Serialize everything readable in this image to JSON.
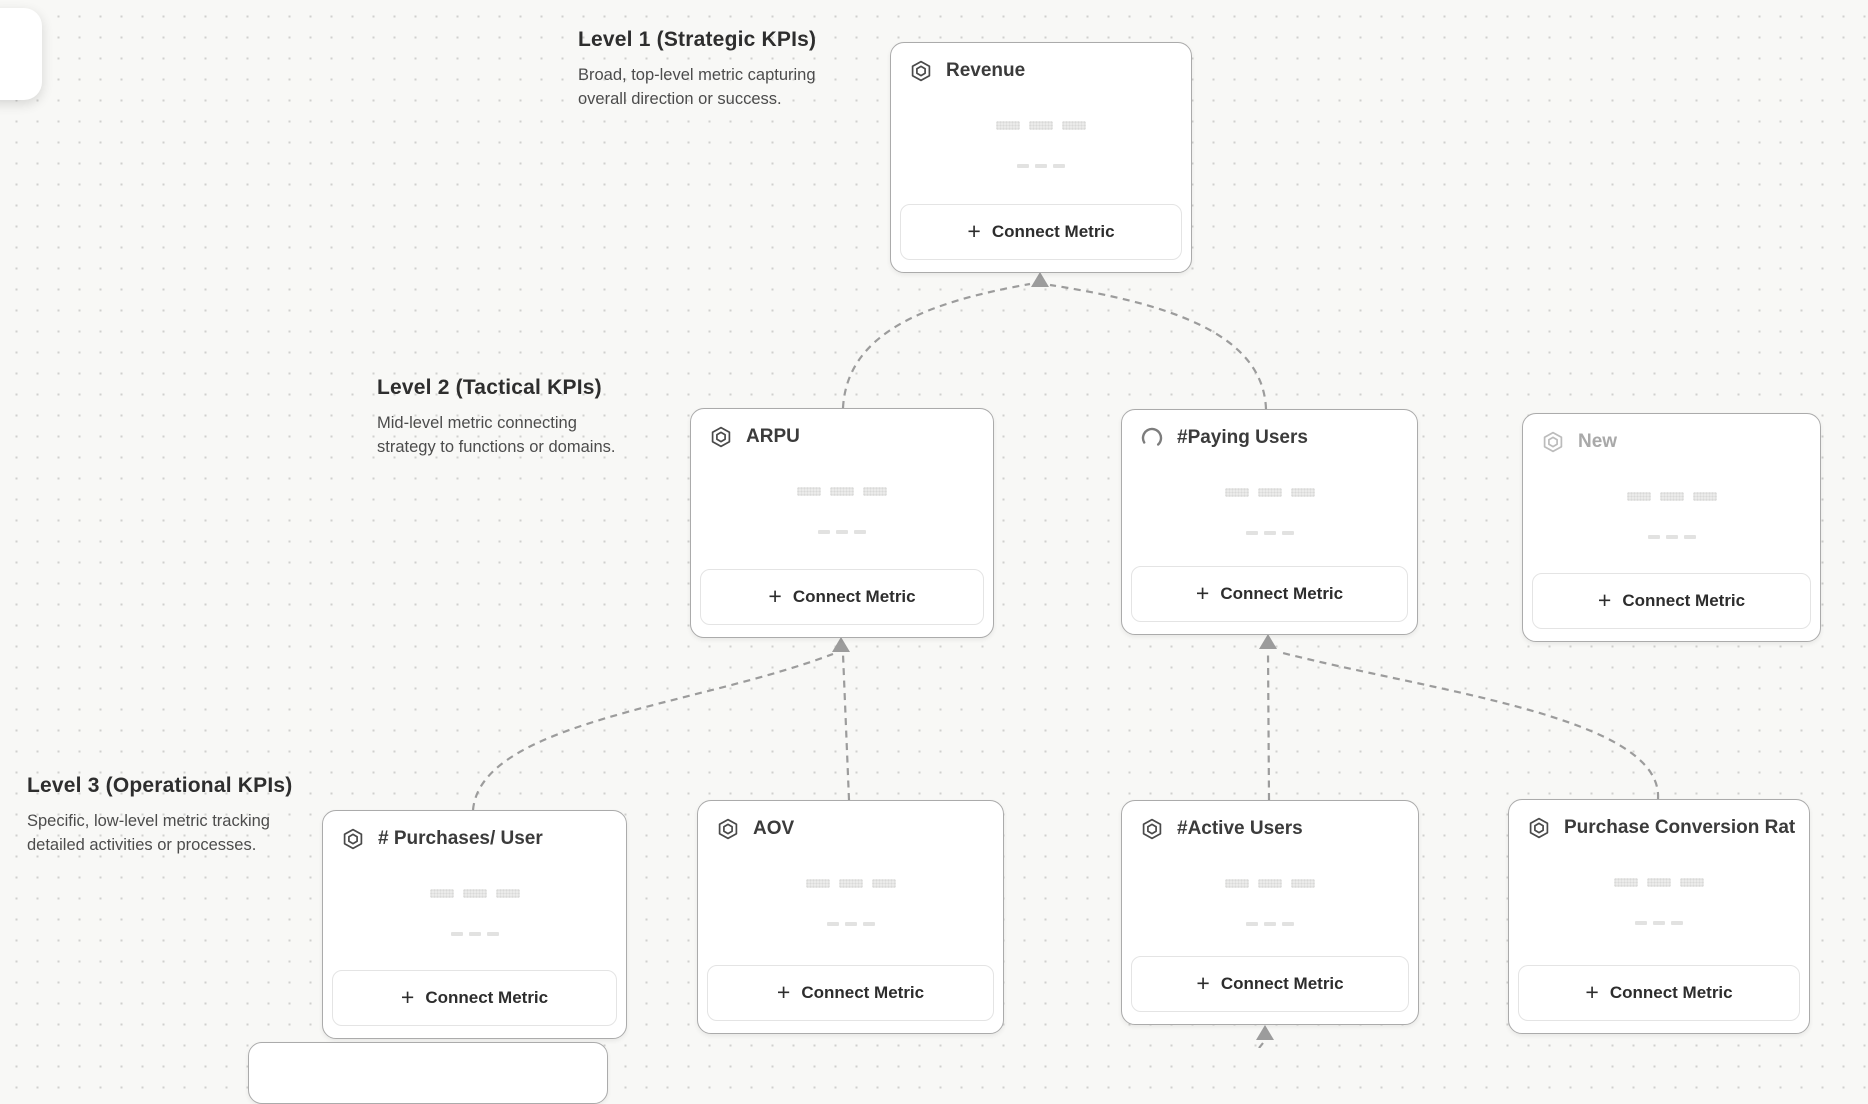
{
  "levels": [
    {
      "title": "Level 1 (Strategic KPIs)",
      "desc_lines": [
        "Broad, top-level metric capturing",
        "overall direction or success."
      ]
    },
    {
      "title": "Level 2 (Tactical KPIs)",
      "desc_lines": [
        "Mid-level metric connecting",
        "strategy to functions or domains."
      ]
    },
    {
      "title": "Level 3 (Operational KPIs)",
      "desc_lines": [
        "Specific, low-level metric tracking",
        "detailed activities or processes."
      ]
    }
  ],
  "cards": [
    {
      "title": "Revenue",
      "icon": "hexagon-metric-icon",
      "state": "default",
      "connect_label": "Connect Metric"
    },
    {
      "title": "ARPU",
      "icon": "hexagon-metric-icon",
      "state": "default",
      "connect_label": "Connect Metric"
    },
    {
      "title": "#Paying Users",
      "icon": "loading-spinner-icon",
      "state": "default",
      "connect_label": "Connect Metric"
    },
    {
      "title": "New",
      "icon": "hexagon-metric-icon",
      "state": "muted",
      "connect_label": "Connect Metric"
    },
    {
      "title": "# Purchases/ User",
      "icon": "hexagon-metric-icon",
      "state": "default",
      "connect_label": "Connect Metric"
    },
    {
      "title": "AOV",
      "icon": "hexagon-metric-icon",
      "state": "default",
      "connect_label": "Connect Metric"
    },
    {
      "title": "#Active Users",
      "icon": "hexagon-metric-icon",
      "state": "default",
      "connect_label": "Connect Metric"
    },
    {
      "title": "Purchase Conversion Rate",
      "icon": "hexagon-metric-icon",
      "state": "default",
      "connect_label": "Connect Metric"
    }
  ],
  "ui": {
    "plus": "+"
  },
  "colors": {
    "canvas_bg": "#f8f8f6",
    "grid_dot": "#c9c9c7",
    "card_border": "#ababab",
    "connector": "#9c9c9c",
    "title_text": "#3b3b3b",
    "muted_text": "#a9a9a9",
    "heading_text": "#2e2e2e"
  }
}
